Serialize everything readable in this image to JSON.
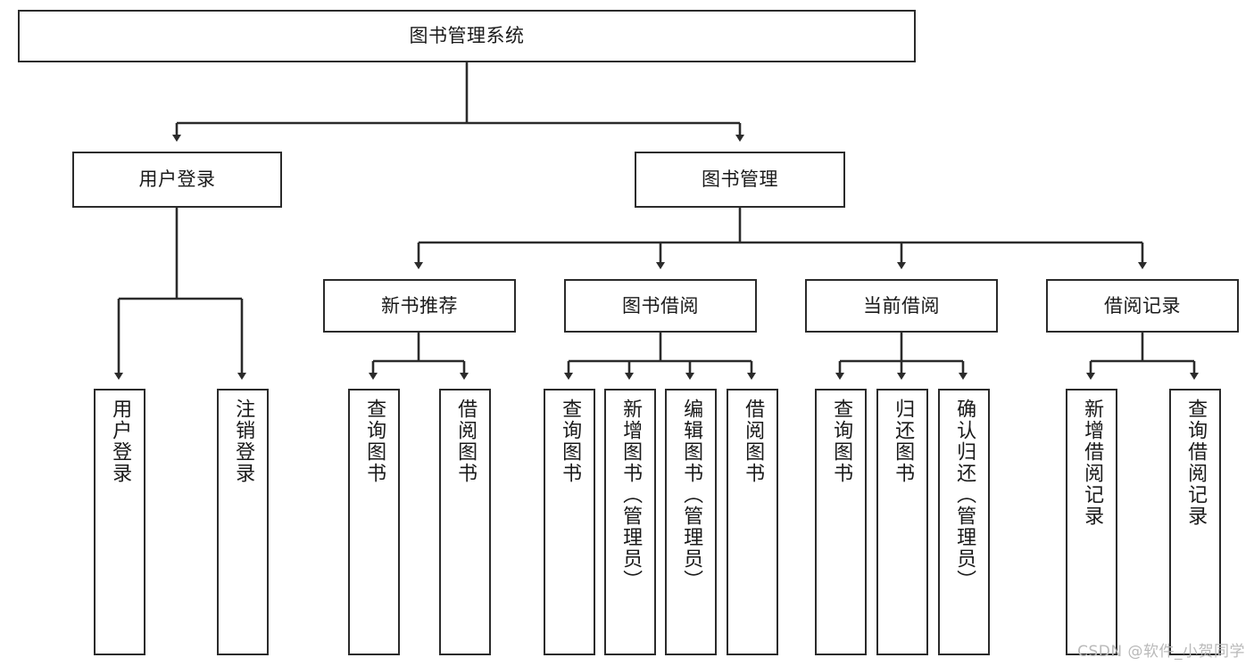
{
  "diagram": {
    "title": "图书管理系统",
    "watermark": "CSDN @软件_小贺同学",
    "line_color": "#2b2b2b",
    "box_fill": "#ffffff",
    "text_color": "#1a1a1a",
    "watermark_color": "#b9b9b9",
    "root": {
      "label": "图书管理系统"
    },
    "level1": [
      {
        "label": "用户登录"
      },
      {
        "label": "图书管理"
      }
    ],
    "level2": [
      {
        "label": "新书推荐"
      },
      {
        "label": "图书借阅"
      },
      {
        "label": "当前借阅"
      },
      {
        "label": "借阅记录"
      }
    ],
    "leaves": {
      "user_login": [
        {
          "label": "用户登录"
        },
        {
          "label": "注销登录"
        }
      ],
      "new_book": [
        {
          "label": "查询图书"
        },
        {
          "label": "借阅图书"
        }
      ],
      "book_borrow": [
        {
          "label": "查询图书"
        },
        {
          "label": "新增图书（管理员）"
        },
        {
          "label": "编辑图书（管理员）"
        },
        {
          "label": "借阅图书"
        }
      ],
      "current_borrow": [
        {
          "label": "查询图书"
        },
        {
          "label": "归还图书"
        },
        {
          "label": "确认归还（管理员）"
        }
      ],
      "borrow_record": [
        {
          "label": "新增借阅记录"
        },
        {
          "label": "查询借阅记录"
        }
      ]
    }
  }
}
